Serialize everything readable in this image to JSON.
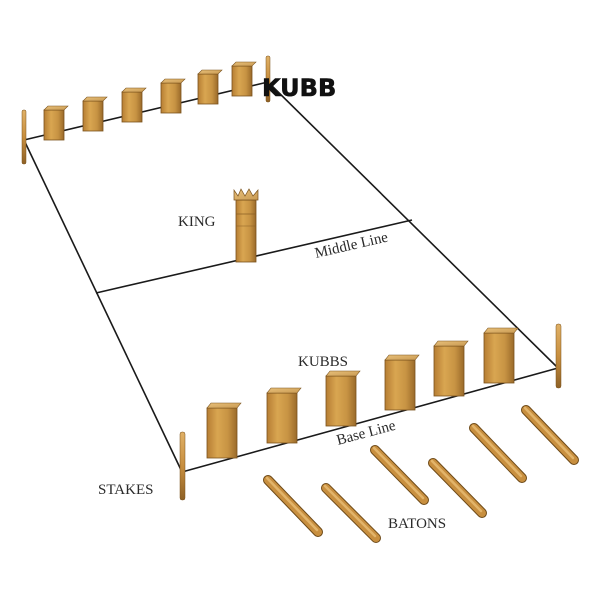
{
  "title": "KUBB",
  "labels": {
    "king": "KING",
    "middle_line": "Middle Line",
    "kubbs": "KUBBS",
    "base_line": "Base Line",
    "stakes": "STAKES",
    "batons": "BATONS"
  },
  "colors": {
    "wood_light": "#d9a651",
    "wood_mid": "#c08a3e",
    "wood_dark": "#8a5f24",
    "line": "#1a1a1a"
  }
}
